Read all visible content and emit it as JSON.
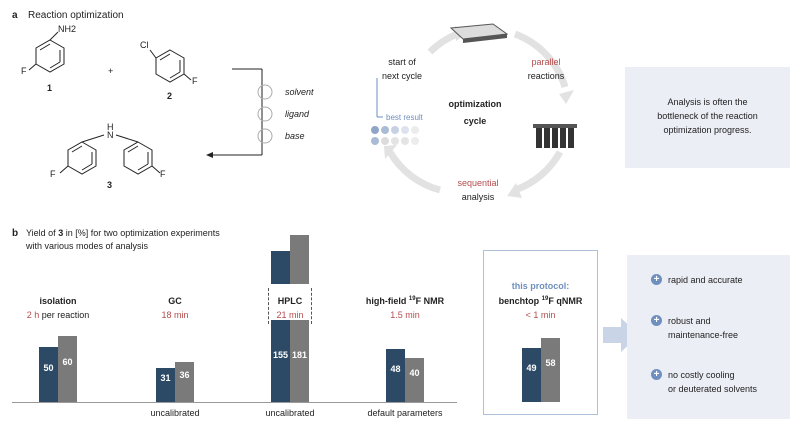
{
  "panel_a": {
    "letter": "a",
    "title": "Reaction optimization",
    "compound1": {
      "label": "1",
      "atom_top": "NH2",
      "atom_left": "F"
    },
    "plus": "+",
    "compound2": {
      "label": "2",
      "atom_top": "Cl",
      "atom_right": "F"
    },
    "compound3": {
      "label": "3",
      "atom_nh": "H",
      "atom_n": "N",
      "atom_left": "F",
      "atom_right": "F"
    },
    "conditions": [
      "solvent",
      "ligand",
      "base"
    ],
    "cycle": {
      "center_line1": "optimization",
      "center_line2": "cycle",
      "start_line1": "start of",
      "start_line2": "next cycle",
      "parallel_line1": "parallel",
      "parallel_line2": "reactions",
      "sequential_line1": "sequential",
      "sequential_line2": "analysis",
      "best_result": "best result"
    },
    "note": [
      "Analysis is often the",
      "bottleneck of the reaction",
      "optimization progress."
    ]
  },
  "panel_b": {
    "letter": "b",
    "title_line1_pre": "Yield of ",
    "title_line1_bold": "3",
    "title_line1_post": " in [%] for two optimization experiments",
    "title_line2": "with various modes of analysis",
    "methods": [
      {
        "name": "isolation",
        "time_red": "2 h",
        "time_rest": " per reaction",
        "footnote": ""
      },
      {
        "name": "GC",
        "time_red": "18 min",
        "time_rest": "",
        "footnote": "uncalibrated"
      },
      {
        "name": "HPLC",
        "time_red": "21 min",
        "time_rest": "",
        "footnote": "uncalibrated"
      },
      {
        "name_pre": "high-field ",
        "name_sup": "19",
        "name_post": "F NMR",
        "time_red": "1.5 min",
        "time_rest": "",
        "footnote": "default parameters"
      },
      {
        "protocol": "this protocol:",
        "name_pre": "benchtop ",
        "name_sup": "19",
        "name_post": "F qNMR",
        "time_red": "< 1 min",
        "time_rest": "",
        "footnote": ""
      }
    ],
    "benefits": [
      "rapid and accurate",
      "robust and",
      "maintenance-free",
      "no costly cooling",
      "or deuterated solvents"
    ]
  },
  "chart_data": {
    "type": "bar",
    "categories": [
      "isolation",
      "GC",
      "HPLC",
      "high-field 19F NMR",
      "benchtop 19F qNMR"
    ],
    "series": [
      {
        "values": [
          50,
          31,
          155,
          48,
          49
        ]
      },
      {
        "values": [
          60,
          36,
          181,
          40,
          58
        ]
      }
    ],
    "colors": [
      "#2c4a66",
      "#7a7a7a"
    ]
  },
  "colors": {
    "accent_red": "#b44c4c",
    "accent_blue": "#6f8fbf",
    "panel_bg": "#eceef6",
    "arrow": "#aebfd8"
  }
}
